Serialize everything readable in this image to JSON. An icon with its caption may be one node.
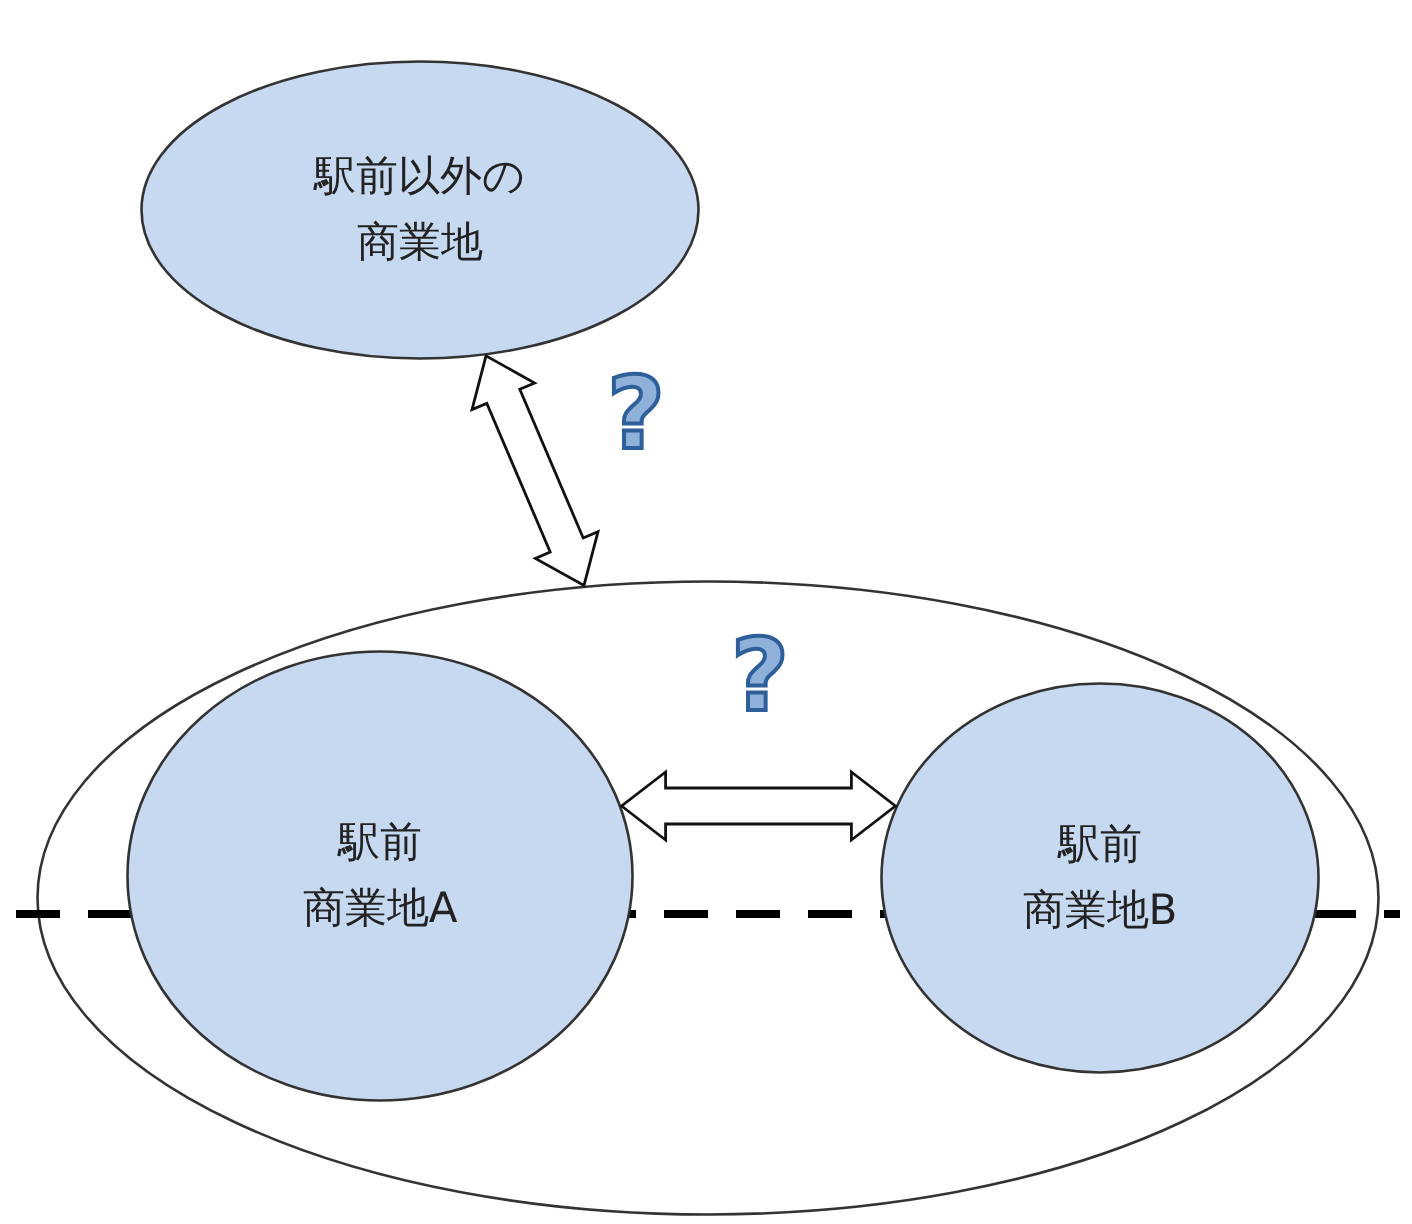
{
  "diagram": {
    "nodes": [
      {
        "text": [
          "駅前以外の商業地"
        ]
      },
      {
        "text": [],
        "shape": "ellipse"
      },
      {
        "text": [
          "駅前商業地A"
        ],
        "in": 1
      },
      {
        "text": [
          "駅前商業地B"
        ],
        "in": 1
      }
    ],
    "edges": [
      {
        "from": 0,
        "to": 1,
        "arrow": "both"
      },
      {
        "from": 2,
        "to": 3,
        "arrow": "both"
      }
    ],
    "labels": [
      "?",
      "?"
    ]
  }
}
